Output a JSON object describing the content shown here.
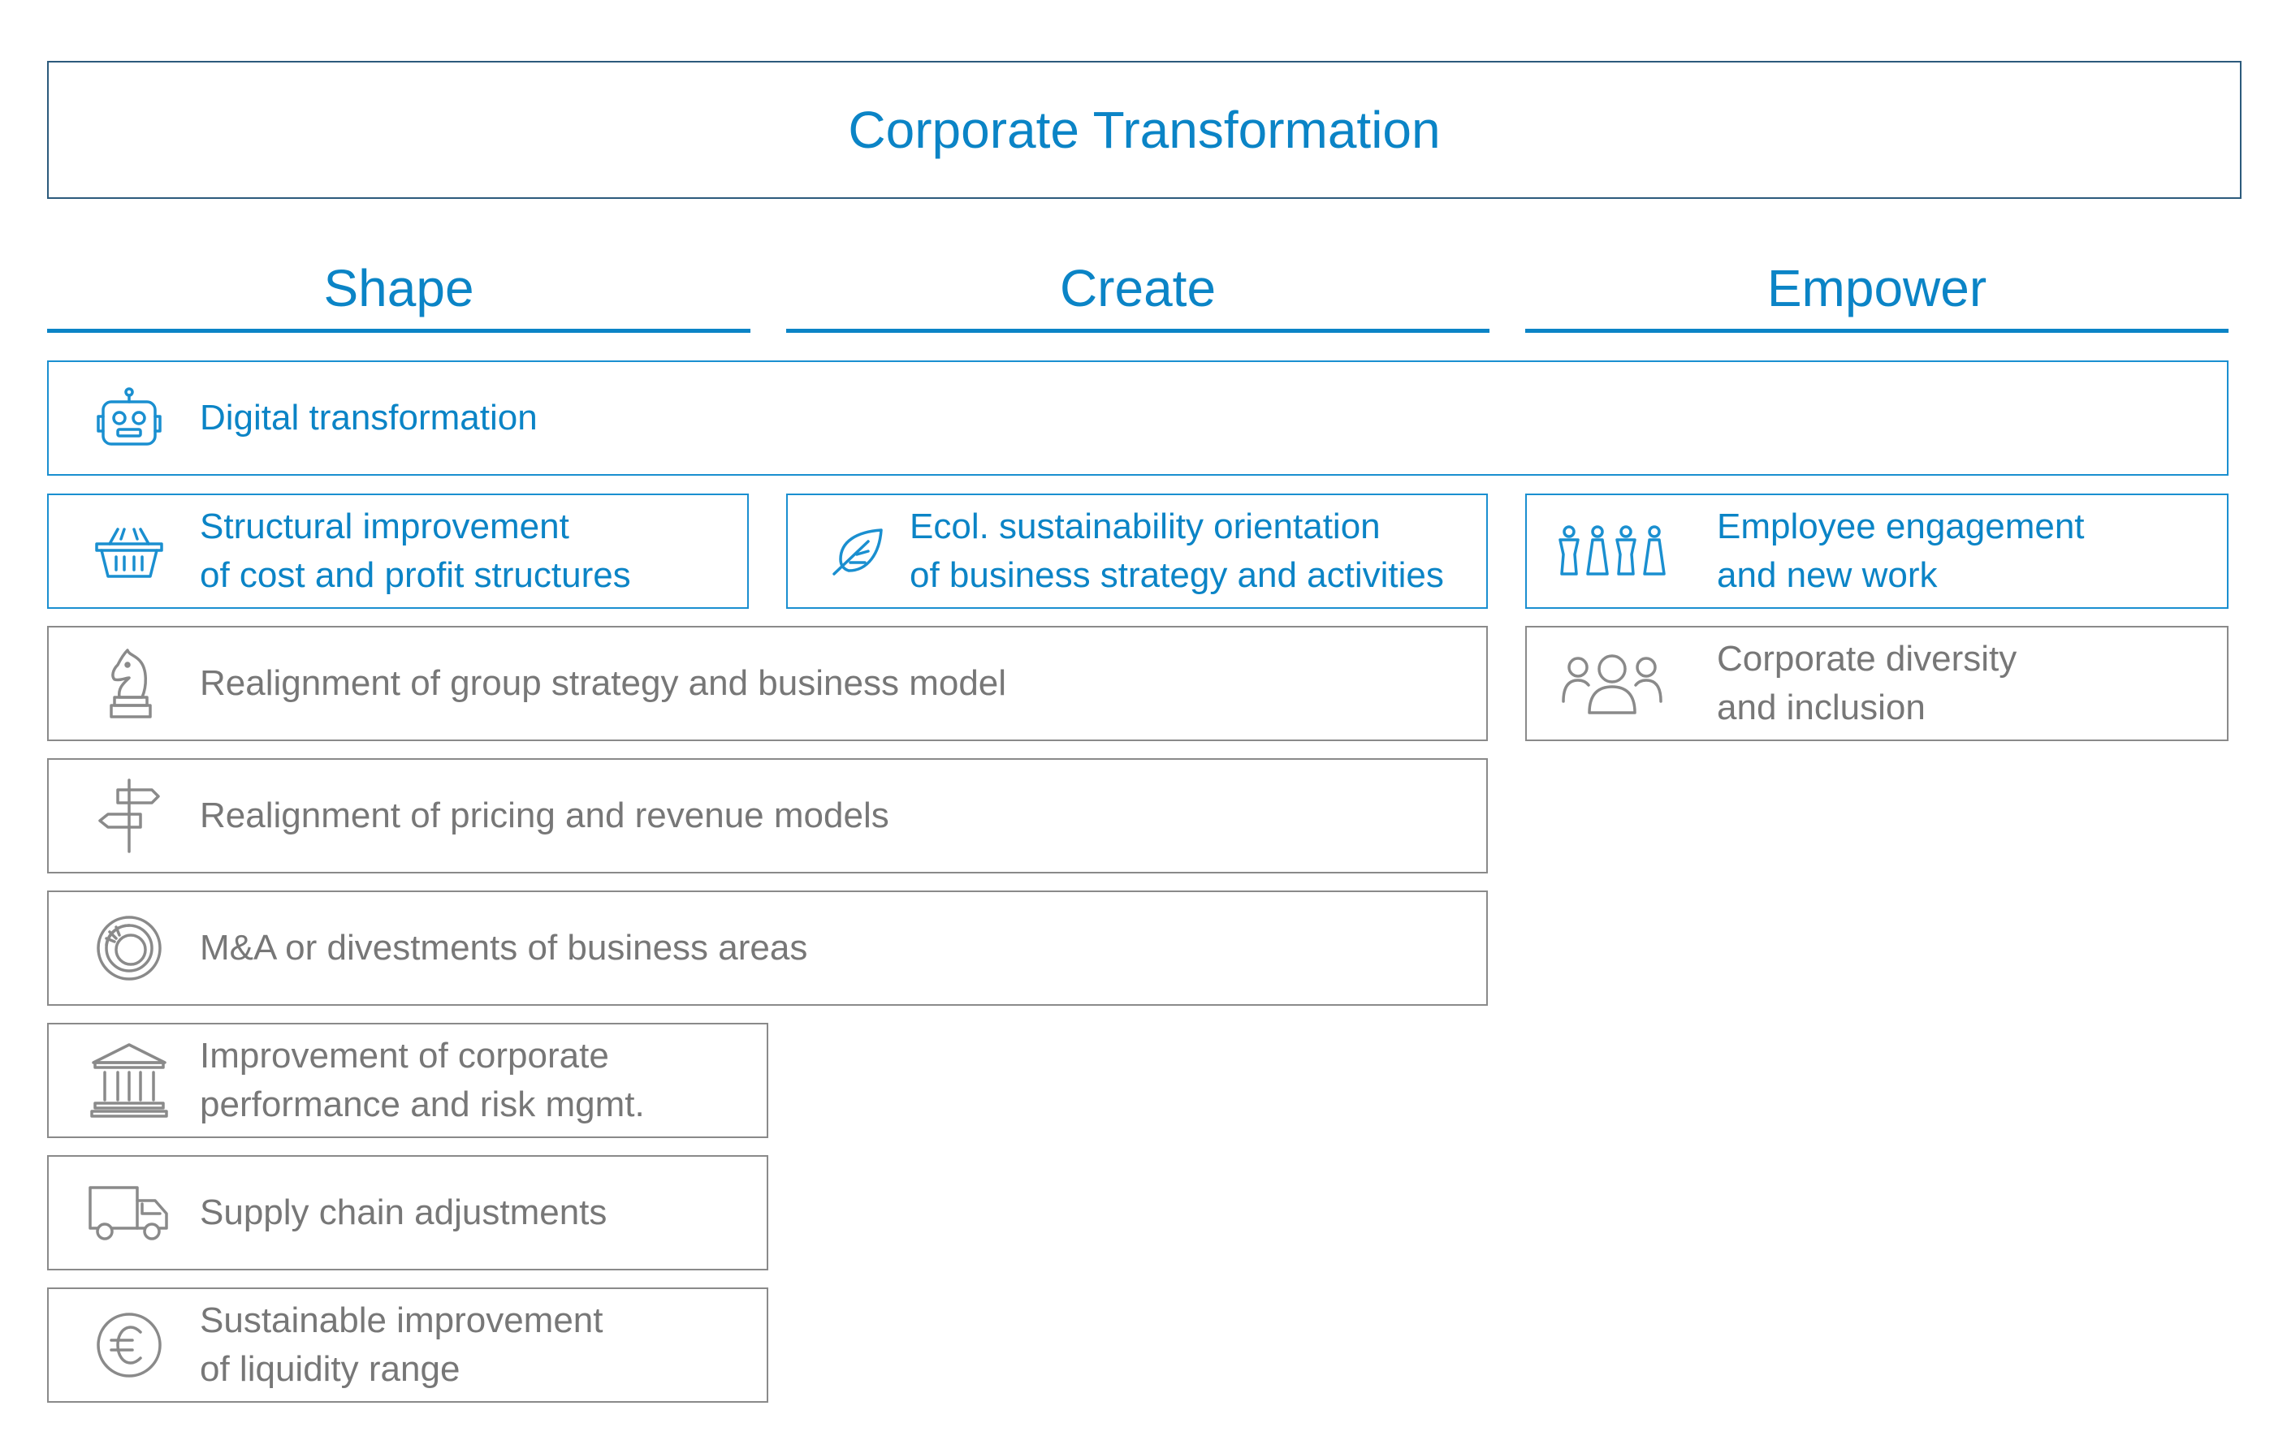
{
  "title": "Corporate Transformation",
  "columns": [
    "Shape",
    "Create",
    "Empower"
  ],
  "colors": {
    "accent": "#0b84c6",
    "border_blue": "#1a8fd0",
    "border_gray": "#8a8a8a",
    "text_gray": "#777777"
  },
  "items": [
    {
      "lines": [
        "Digital transformation"
      ],
      "style": "blue",
      "icon": "robot-icon"
    },
    {
      "lines": [
        "Structural improvement",
        "of cost and profit structures"
      ],
      "style": "blue",
      "icon": "shopping-basket-icon"
    },
    {
      "lines": [
        "Ecol. sustainability orientation",
        "of business strategy and activities"
      ],
      "style": "blue",
      "icon": "leaf-icon"
    },
    {
      "lines": [
        "Employee engagement",
        "and new work"
      ],
      "style": "blue",
      "icon": "team-figures-icon"
    },
    {
      "lines": [
        "Realignment of group strategy and business model"
      ],
      "style": "gray",
      "icon": "chess-knight-icon"
    },
    {
      "lines": [
        "Corporate diversity",
        "and inclusion"
      ],
      "style": "gray",
      "icon": "people-group-icon"
    },
    {
      "lines": [
        "Realignment of pricing and revenue models"
      ],
      "style": "gray",
      "icon": "signpost-icon"
    },
    {
      "lines": [
        "M&A or divestments of business areas"
      ],
      "style": "gray",
      "icon": "target-dial-icon"
    },
    {
      "lines": [
        "Improvement of corporate",
        "performance and risk mgmt."
      ],
      "style": "gray",
      "icon": "bank-building-icon"
    },
    {
      "lines": [
        "Supply chain adjustments"
      ],
      "style": "gray",
      "icon": "delivery-truck-icon"
    },
    {
      "lines": [
        "Sustainable improvement",
        "of liquidity range"
      ],
      "style": "gray",
      "icon": "euro-coin-icon"
    }
  ]
}
